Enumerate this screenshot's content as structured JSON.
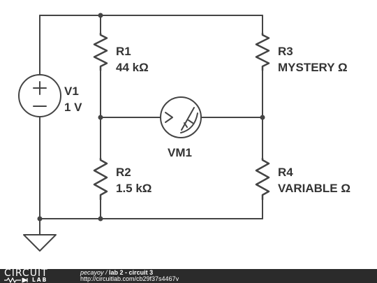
{
  "components": {
    "v1": {
      "name": "V1",
      "value": "1 V"
    },
    "r1": {
      "name": "R1",
      "value": "44 kΩ"
    },
    "r2": {
      "name": "R2",
      "value": "1.5 kΩ"
    },
    "r3": {
      "name": "R3",
      "value": "MYSTERY Ω"
    },
    "r4": {
      "name": "R4",
      "value": "VARIABLE Ω"
    },
    "vm1": {
      "name": "VM1"
    }
  },
  "footer": {
    "logo_top": "CIRCUIT",
    "logo_bottom": "LAB",
    "author": "pecayoy",
    "separator": " / ",
    "title": "lab 2 - circuit 3",
    "url": "http://circuitlab.com/cb29f37s4467v"
  },
  "colors": {
    "wire": "#444444",
    "footer_bg": "#2b2b2b",
    "text": "#333333"
  }
}
